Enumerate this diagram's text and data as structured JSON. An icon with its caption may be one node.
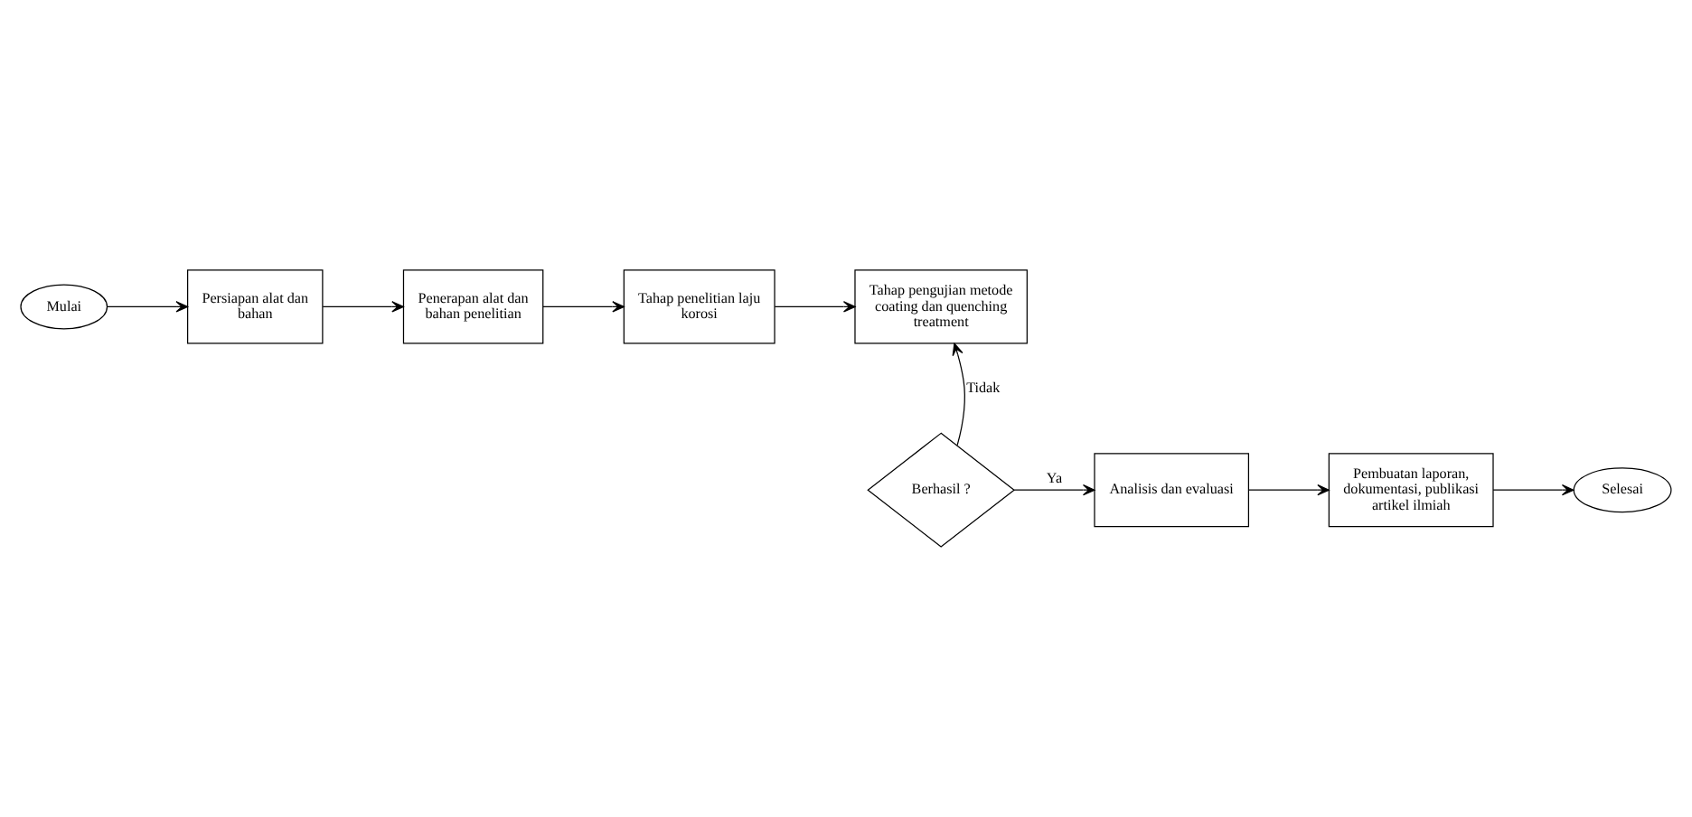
{
  "diagram": {
    "nodes": [
      {
        "text": [
          "Mulai"
        ]
      },
      {
        "text": [
          "Persiapan alat dan bahan"
        ]
      },
      {
        "text": [
          "Penerapan alat dan bahan penelitian"
        ]
      },
      {
        "text": [
          "Tahap penelitian laju korosi"
        ]
      },
      {
        "text": [
          "Tahap pengujian metode coating dan quenching treatment"
        ]
      },
      {
        "text": [
          "Selesai"
        ]
      },
      {
        "text": [
          "Pembuatan laporan, dokumentasi, publikasi artikel ilmiah"
        ]
      },
      {
        "text": [
          "Analisis dan evaluasi"
        ]
      },
      {
        "text": [
          "Berhasil ?"
        ]
      }
    ],
    "edges": [
      {
        "from": 0,
        "to": 1,
        "arrow": "to"
      },
      {
        "from": 1,
        "to": 2,
        "arrow": "to"
      },
      {
        "from": 2,
        "to": 3,
        "arrow": "to"
      },
      {
        "from": 3,
        "to": 4,
        "arrow": "to"
      },
      {
        "from": 8,
        "to": 4,
        "arrow": "to",
        "label": "Tidak"
      },
      {
        "from": 8,
        "to": 7,
        "arrow": "to",
        "label": "Ya"
      },
      {
        "from": 7,
        "to": 6,
        "arrow": "to"
      },
      {
        "from": 6,
        "to": 5,
        "arrow": "to"
      }
    ]
  }
}
